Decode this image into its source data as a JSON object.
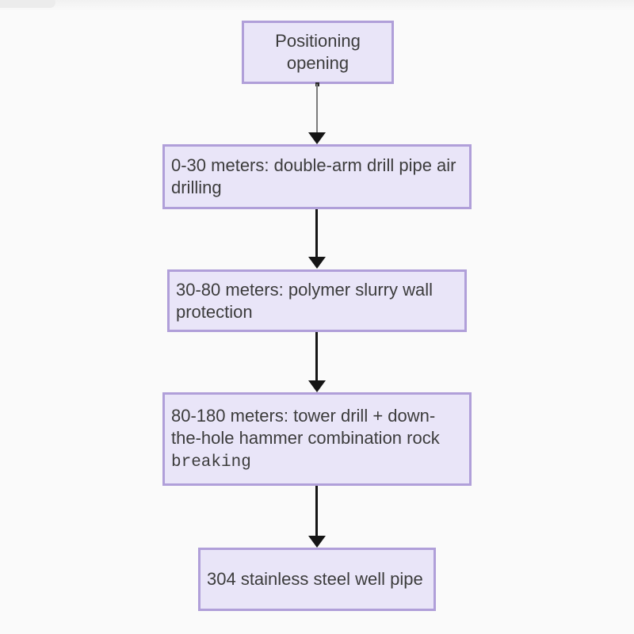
{
  "page": {
    "background_color": "#fafafa"
  },
  "flowchart": {
    "type": "top-down-flowchart",
    "node_fill_color": "#e9e5f8",
    "node_border_color": "#b09fd9",
    "text_color": "#3c3c3c",
    "arrow_color": "#151515",
    "first_arrow_shaft_color": "#7b7b7b",
    "nodes": [
      {
        "id": "positioning-opening",
        "text": "Positioning opening"
      },
      {
        "id": "air-drilling",
        "text": "0-30 meters: double-arm drill pipe air drilling"
      },
      {
        "id": "slurry-wall-protection",
        "text": "30-80 meters: polymer slurry wall protection"
      },
      {
        "id": "rock-breaking",
        "text": "80-180 meters: tower drill + down-the-hole hammer combination rock ",
        "text_alt": "breaking"
      },
      {
        "id": "well-pipe",
        "text": "304 stainless steel well pipe"
      }
    ],
    "edges": [
      {
        "from": "positioning-opening",
        "to": "air-drilling"
      },
      {
        "from": "air-drilling",
        "to": "slurry-wall-protection"
      },
      {
        "from": "slurry-wall-protection",
        "to": "rock-breaking"
      },
      {
        "from": "rock-breaking",
        "to": "well-pipe"
      }
    ]
  }
}
